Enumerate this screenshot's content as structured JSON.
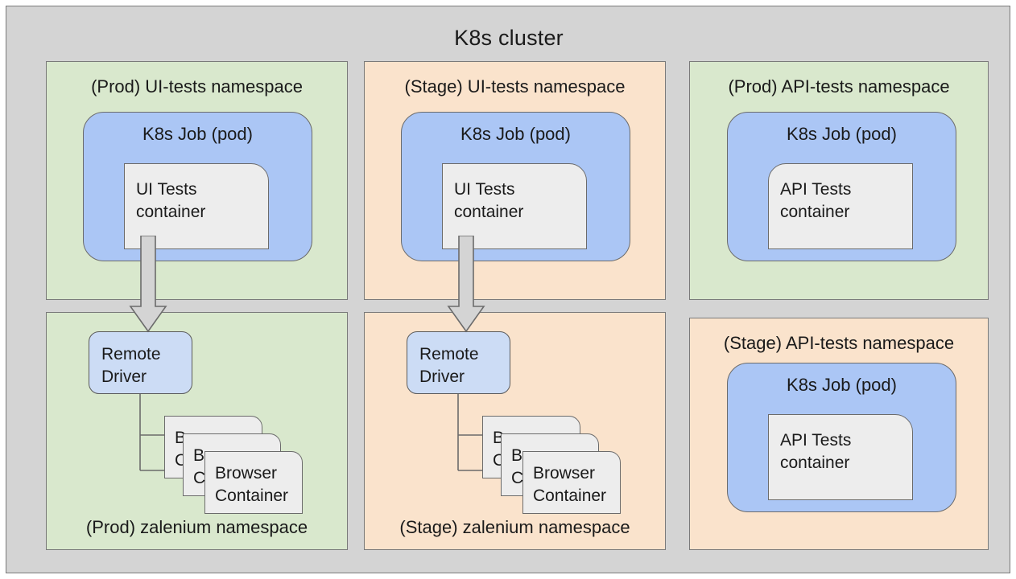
{
  "cluster": {
    "title": "K8s cluster",
    "bg_color": "#d4d4d4",
    "border_color": "#7a7a7a"
  },
  "colors": {
    "namespace_prod": "#d9e8cd",
    "namespace_stage": "#fae3cc",
    "pod_blue": "#abc6f5",
    "driver_blue": "#ccdcf5",
    "container_gray": "#ededed",
    "stroke": "#6b6b6b",
    "text": "#1a1a1a"
  },
  "namespaces": {
    "prod_ui": {
      "title": "(Prod) UI-tests namespace",
      "pod_title": "K8s Job (pod)",
      "container_label": "UI Tests\ncontainer"
    },
    "stage_ui": {
      "title": "(Stage) UI-tests namespace",
      "pod_title": "K8s Job (pod)",
      "container_label": "UI Tests\ncontainer"
    },
    "prod_api": {
      "title": "(Prod) API-tests namespace",
      "pod_title": "K8s Job (pod)",
      "container_label": "API Tests\ncontainer"
    },
    "stage_api": {
      "title": "(Stage) API-tests namespace",
      "pod_title": "K8s Job (pod)",
      "container_label": "API Tests\ncontainer"
    },
    "prod_zalenium": {
      "title": "(Prod) zalenium namespace",
      "driver_label": "Remote\nDriver",
      "browser_cards": [
        "Browser\nContainer",
        "Browser\nContainer",
        "Browser\nContainer"
      ]
    },
    "stage_zalenium": {
      "title": "(Stage) zalenium namespace",
      "driver_label": "Remote\nDriver",
      "browser_cards": [
        "Browser\nContainer",
        "Browser\nContainer",
        "Browser\nContainer"
      ]
    }
  },
  "connections": {
    "prod_ui_to_driver": "block-arrow-down",
    "stage_ui_to_driver": "block-arrow-down",
    "prod_driver_to_browsers": "branching-arrows-right",
    "stage_driver_to_browsers": "branching-arrows-right"
  }
}
